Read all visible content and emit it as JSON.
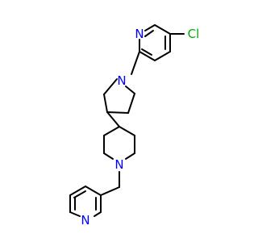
{
  "colors": {
    "background": "#ffffff",
    "bond": "#000000",
    "nitrogen": "#0000ff",
    "chlorine": "#00aa00"
  },
  "atoms": {
    "cl": "Cl",
    "n_pyridine_top": "N",
    "n_pyrrolidine": "N",
    "n_piperidine": "N",
    "n_pyridine_bottom": "N"
  }
}
